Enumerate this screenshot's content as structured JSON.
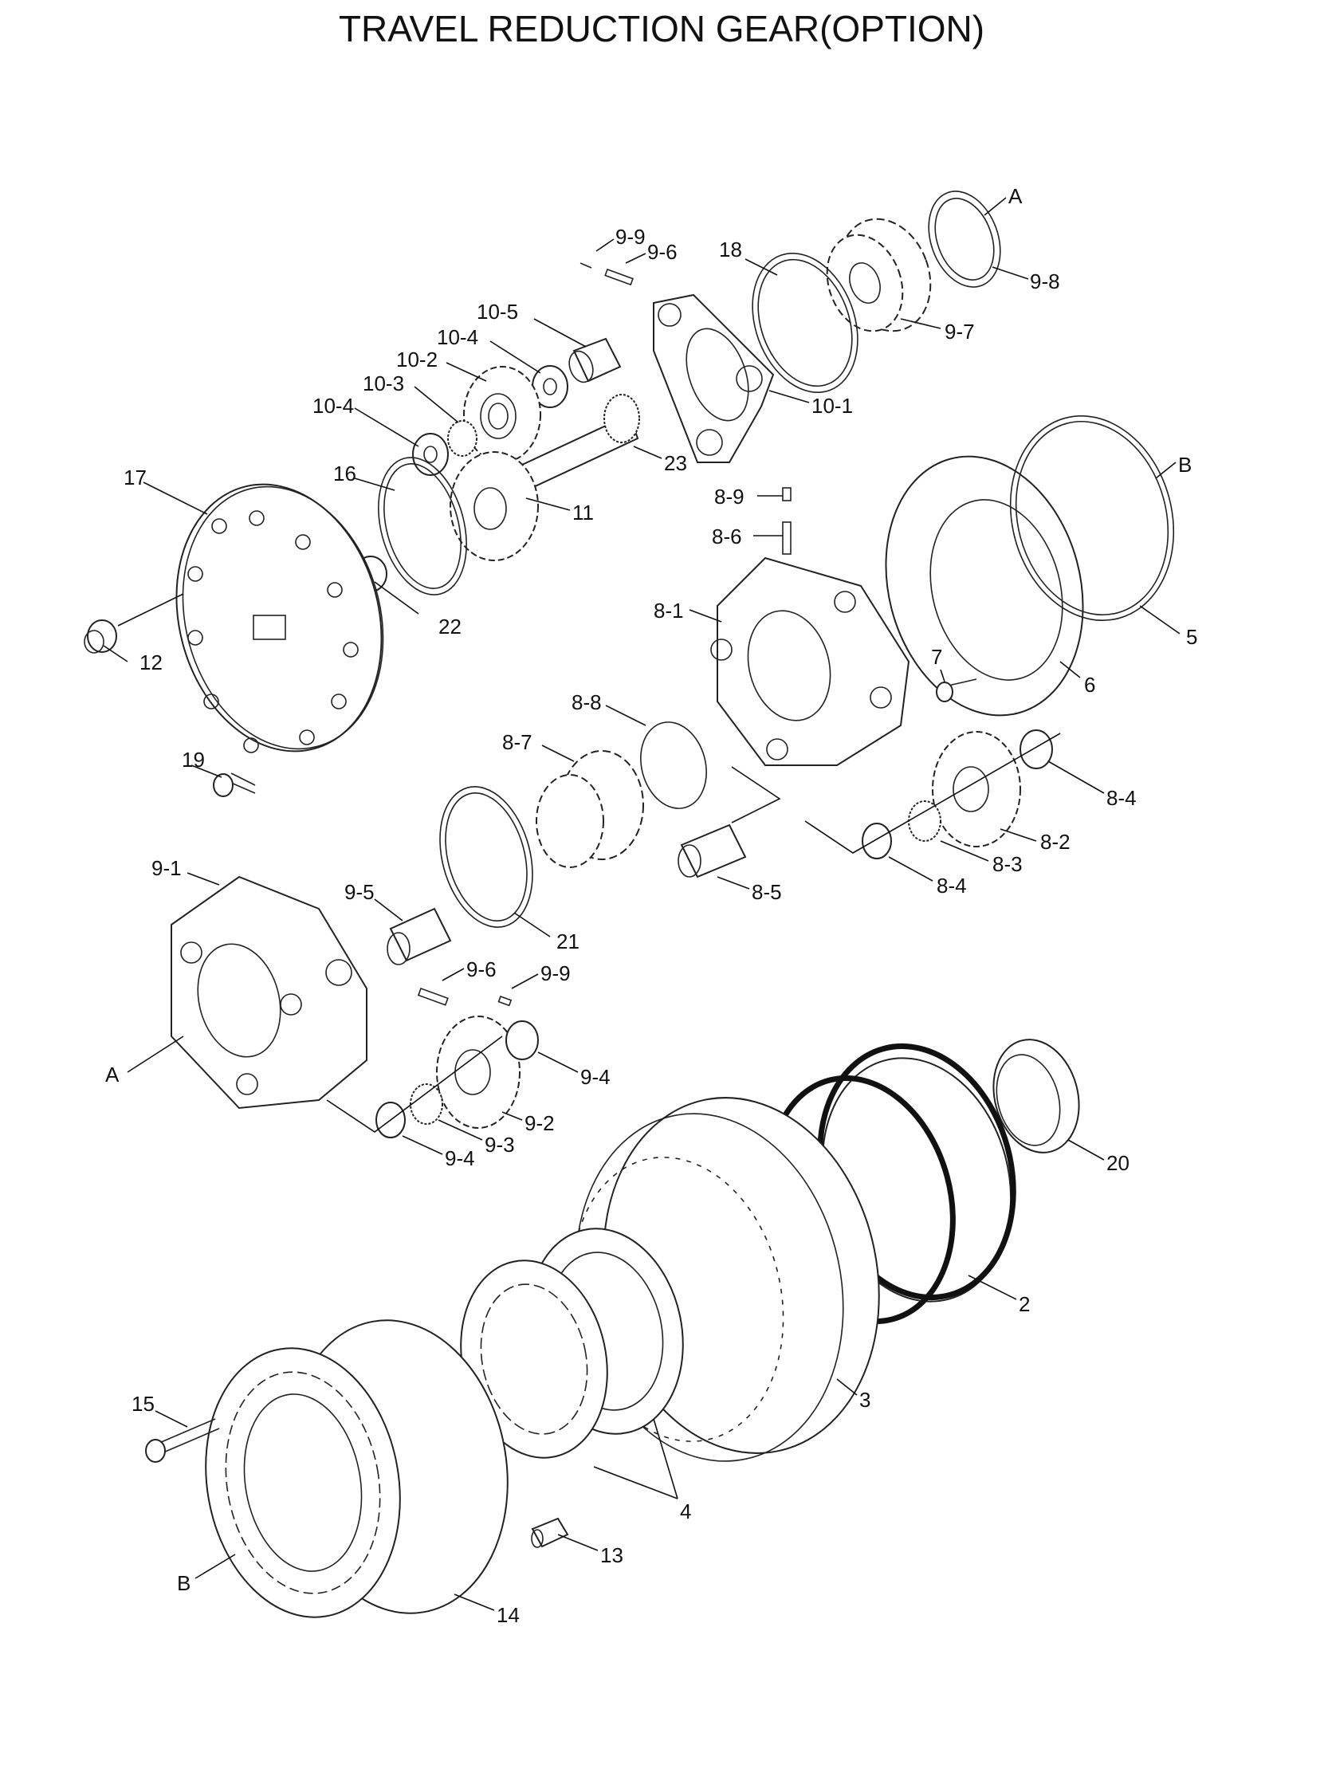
{
  "title": "TRAVEL REDUCTION GEAR(OPTION)",
  "labels": [
    "A",
    "9-9",
    "9-6",
    "18",
    "9-8",
    "9-7",
    "10-5",
    "10-4",
    "10-2",
    "10-3",
    "10-4",
    "10-1",
    "23",
    "11",
    "17",
    "16",
    "B",
    "8-9",
    "8-6",
    "22",
    "8-1",
    "5",
    "12",
    "7",
    "6",
    "8-8",
    "8-7",
    "19",
    "8-4",
    "8-2",
    "8-3",
    "8-4",
    "9-1",
    "8-5",
    "9-5",
    "21",
    "9-6",
    "9-9",
    "A",
    "9-4",
    "9-2",
    "9-3",
    "9-4",
    "20",
    "2",
    "3",
    "15",
    "4",
    "13",
    "B",
    "14"
  ],
  "colors": {
    "line": "#111111",
    "background": "#ffffff"
  }
}
